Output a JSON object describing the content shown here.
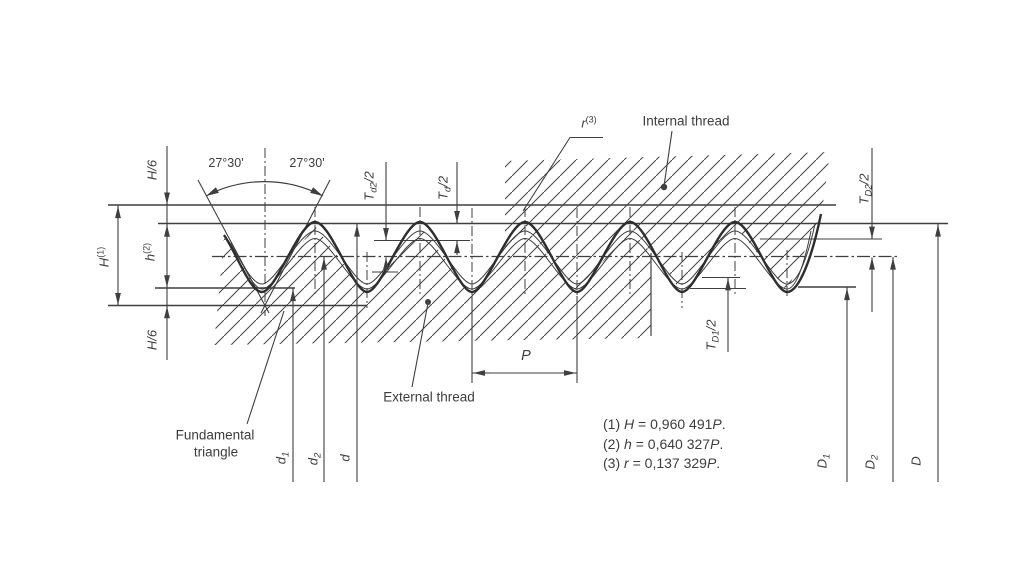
{
  "diagram": {
    "kind": "thread-profile-section",
    "colors": {
      "background": "#ffffff",
      "line": "#3f3f3f",
      "bold_profile": "#2e2e2e",
      "text": "#3d3d3d"
    },
    "callouts": {
      "internal_thread": "Internal thread",
      "external_thread": "External thread",
      "fundamental_triangle_line1": "Fundamental",
      "fundamental_triangle_line2": "triangle"
    },
    "angles": {
      "left": "27°30'",
      "right": "27°30'"
    },
    "labels": {
      "h6_top": "H/6",
      "h6_bottom": "H/6",
      "H": {
        "base": "H",
        "sup": "(1)"
      },
      "h": {
        "base": "h",
        "sup": "(2)"
      },
      "r": {
        "base": "r",
        "sup": "(3)"
      },
      "P": "P",
      "Td2": {
        "base": "T",
        "sub": "d2",
        "rest": "/2"
      },
      "Td": {
        "base": "T",
        "sub": "d",
        "rest": "/2"
      },
      "TD1": {
        "base": "T",
        "sub": "D1",
        "rest": "/2"
      },
      "TD2": {
        "base": "T",
        "sub": "D2",
        "rest": "/2"
      },
      "d1": {
        "base": "d",
        "sub": "1"
      },
      "d2": {
        "base": "d",
        "sub": "2"
      },
      "d": {
        "base": "d",
        "sub": ""
      },
      "D1": {
        "base": "D",
        "sub": "1"
      },
      "D2": {
        "base": "D",
        "sub": "2"
      },
      "D": {
        "base": "D",
        "sub": ""
      }
    },
    "formulas": [
      {
        "num": "(1)",
        "var": "H",
        "eq": " = ",
        "val": "0,960 491",
        "p": "P",
        "dot": "."
      },
      {
        "num": "(2)",
        "var": "h",
        "eq": " = ",
        "val": "0,640 327",
        "p": "P",
        "dot": "."
      },
      {
        "num": "(3)",
        "var": "r",
        "eq": " = ",
        "val": "0,137 329",
        "p": "P",
        "dot": "."
      }
    ]
  }
}
